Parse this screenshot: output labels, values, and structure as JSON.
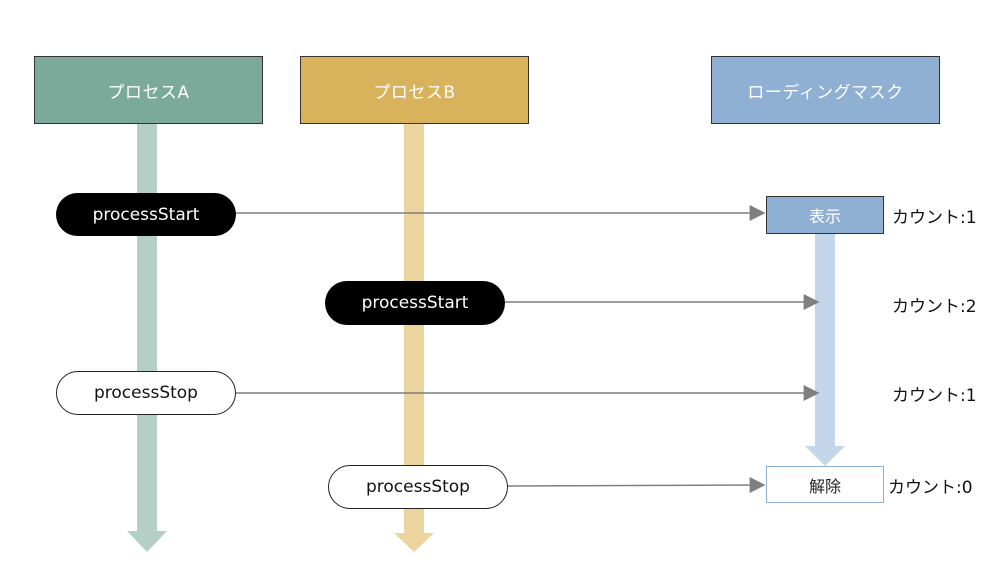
{
  "participants": {
    "process_a": "プロセスA",
    "process_b": "プロセスB",
    "loading_mask": "ローディングマスク"
  },
  "messages": [
    {
      "label": "processStart"
    },
    {
      "label": "processStart"
    },
    {
      "label": "processStop"
    },
    {
      "label": "processStop"
    }
  ],
  "mask_states": {
    "show": "表示",
    "release": "解除"
  },
  "counts": [
    "カウント:1",
    "カウント:2",
    "カウント:1",
    "カウント:0"
  ],
  "colors": {
    "process_a": "#7ba99a",
    "process_a_lifeline": "#b3cfc6",
    "process_b": "#d9b35c",
    "process_b_lifeline": "#ecd49f",
    "loading_mask": "#8fb0d2",
    "loading_mask_lifeline": "#c4d6ea",
    "arrow": "#7f7f7f"
  }
}
